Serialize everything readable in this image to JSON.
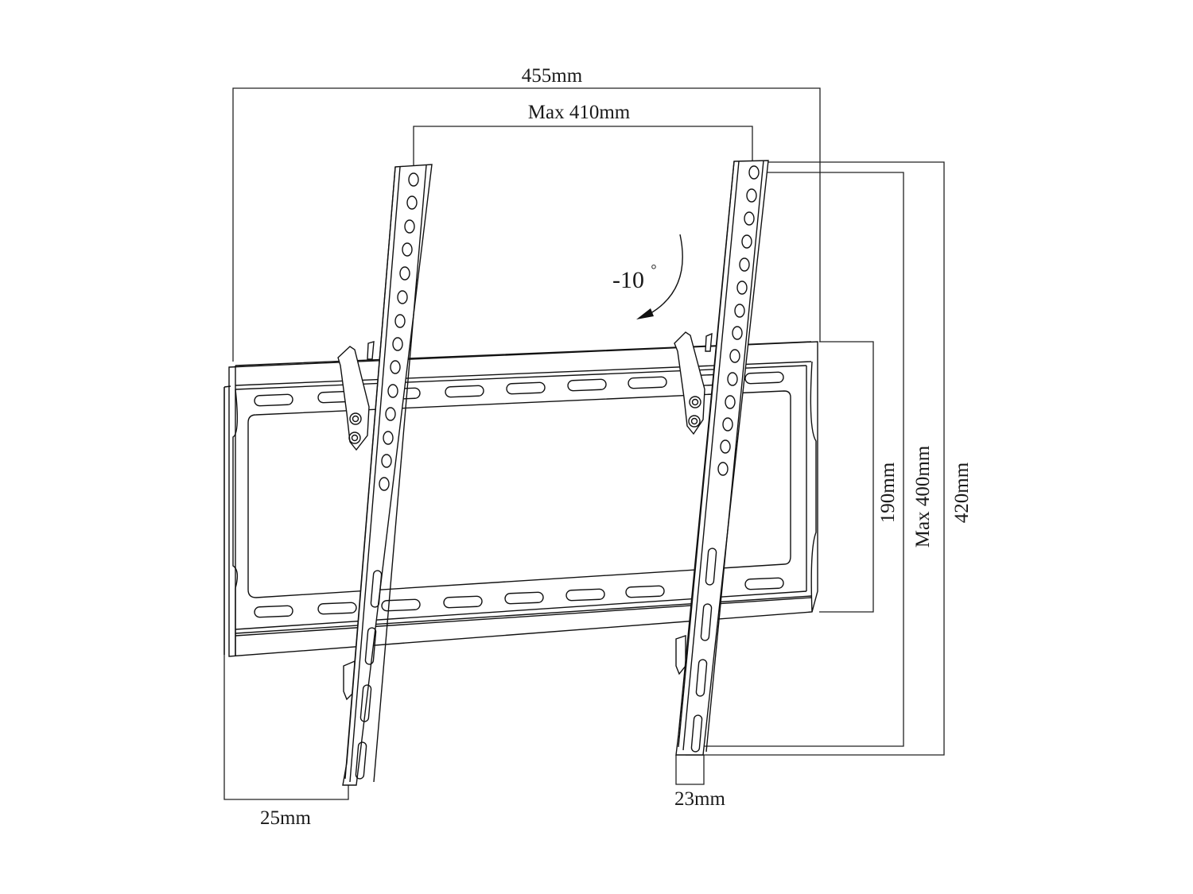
{
  "diagram": {
    "subject": "Tilting TV wall mount bracket",
    "dimensions": {
      "overall_width": "455mm",
      "max_vesa_width": "Max 410mm",
      "wall_plate_height": "190mm",
      "max_vesa_height": "Max 400mm",
      "overall_height": "420mm",
      "wall_distance": "25mm",
      "arm_width": "23mm"
    },
    "tilt": {
      "label": "-10",
      "unit": "°"
    }
  }
}
